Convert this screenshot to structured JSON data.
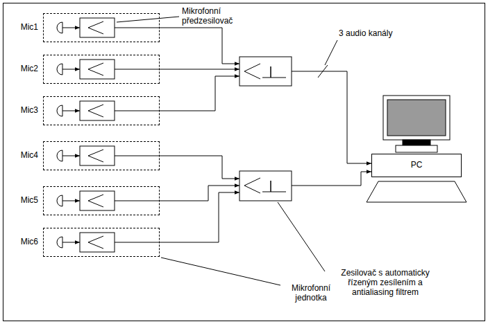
{
  "diagram": {
    "nodes": [
      {
        "text": [
          "Mic1"
        ]
      },
      {
        "text": [
          "Mic2"
        ]
      },
      {
        "text": [
          "Mic3"
        ]
      },
      {
        "text": [
          "Mic4"
        ]
      },
      {
        "text": [
          "Mic5"
        ]
      },
      {
        "text": [
          "Mic6"
        ]
      },
      {
        "text": [
          "PC"
        ]
      }
    ],
    "labels": [
      "Mikrofonní předzesilovač",
      "3 audio kanály",
      "Zesilovač s automaticky řízeným zesílením a antialiasing filtrem",
      "Mikrofonní jednotka"
    ]
  }
}
